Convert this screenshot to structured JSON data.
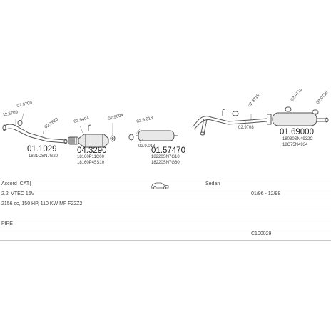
{
  "parts": [
    {
      "id": "p1",
      "code": "32.5709",
      "main": "01.1029",
      "refs": [
        "1821OSN7G20"
      ]
    },
    {
      "id": "p2",
      "code": "02.9709"
    },
    {
      "id": "p3",
      "code": "02.1628"
    },
    {
      "id": "p4",
      "code": "02.9494"
    },
    {
      "id": "p5",
      "code": "02.9604"
    },
    {
      "id": "p6",
      "main": "04.3290",
      "refs": [
        "18160P11C00",
        "18160P45S10"
      ]
    },
    {
      "id": "p7",
      "code": "02.9.018"
    },
    {
      "id": "p8",
      "code": "02.9.018"
    },
    {
      "id": "p9",
      "main": "01.57470",
      "refs": [
        "18220SN7G10",
        "18220SN7G60"
      ]
    },
    {
      "id": "p10",
      "code": "02.9716"
    },
    {
      "id": "p11",
      "code": "02.9716"
    },
    {
      "id": "p12",
      "code": "02.9716"
    },
    {
      "id": "p13",
      "code": "02.9708"
    },
    {
      "id": "p14",
      "main": "01.69000",
      "refs": [
        "18030SN4932C",
        "18C75N4934"
      ]
    }
  ],
  "info": {
    "model": "Accord [CAT]",
    "body": "Sedan",
    "engine": "2.2i VTEC 16V",
    "years": "01/96 - 12/98",
    "specs": "2156 cc, 150 HP, 110 KW MF F22Z2",
    "type": "PIPE",
    "catalog_no": "C100029"
  },
  "colors": {
    "line": "#555555",
    "fill": "#e8e8e8",
    "rule": "#c8c8c8"
  }
}
